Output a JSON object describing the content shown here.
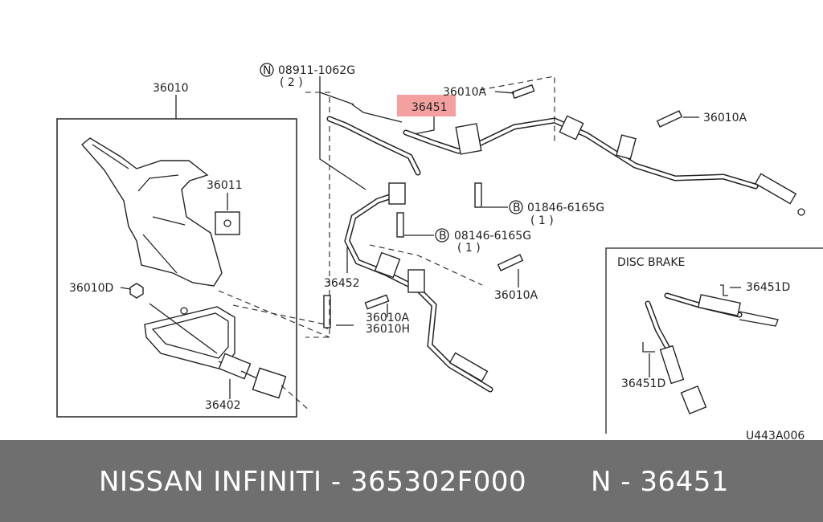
{
  "diagram": {
    "labels": {
      "p36010": "36010",
      "p36011": "36011",
      "p36010d": "36010D",
      "p36402": "36402",
      "n_code": "08911-1062G",
      "n_qty": "( 2 )",
      "n_mark": "N",
      "p36451": "36451",
      "p36010a_top": "36010A",
      "p36010a_right": "36010A",
      "b1_code": "01846-6165G",
      "b1_qty": "( 1 )",
      "b2_code": "08146-6165G",
      "b2_qty": "( 1 )",
      "b_mark": "B",
      "p36452": "36452",
      "p36010a_mid": "36010A",
      "p36010a_low": "36010A",
      "p36010h": "36010H",
      "disc_title": "DISC BRAKE",
      "p36451d_a": "36451D",
      "p36451d_b": "36451D",
      "figure_code": "U443A006"
    },
    "highlight_color": "#f08080"
  },
  "footer": {
    "part_line": "NISSAN  INFINITI - 365302F000",
    "ref_line": "N - 36451"
  }
}
